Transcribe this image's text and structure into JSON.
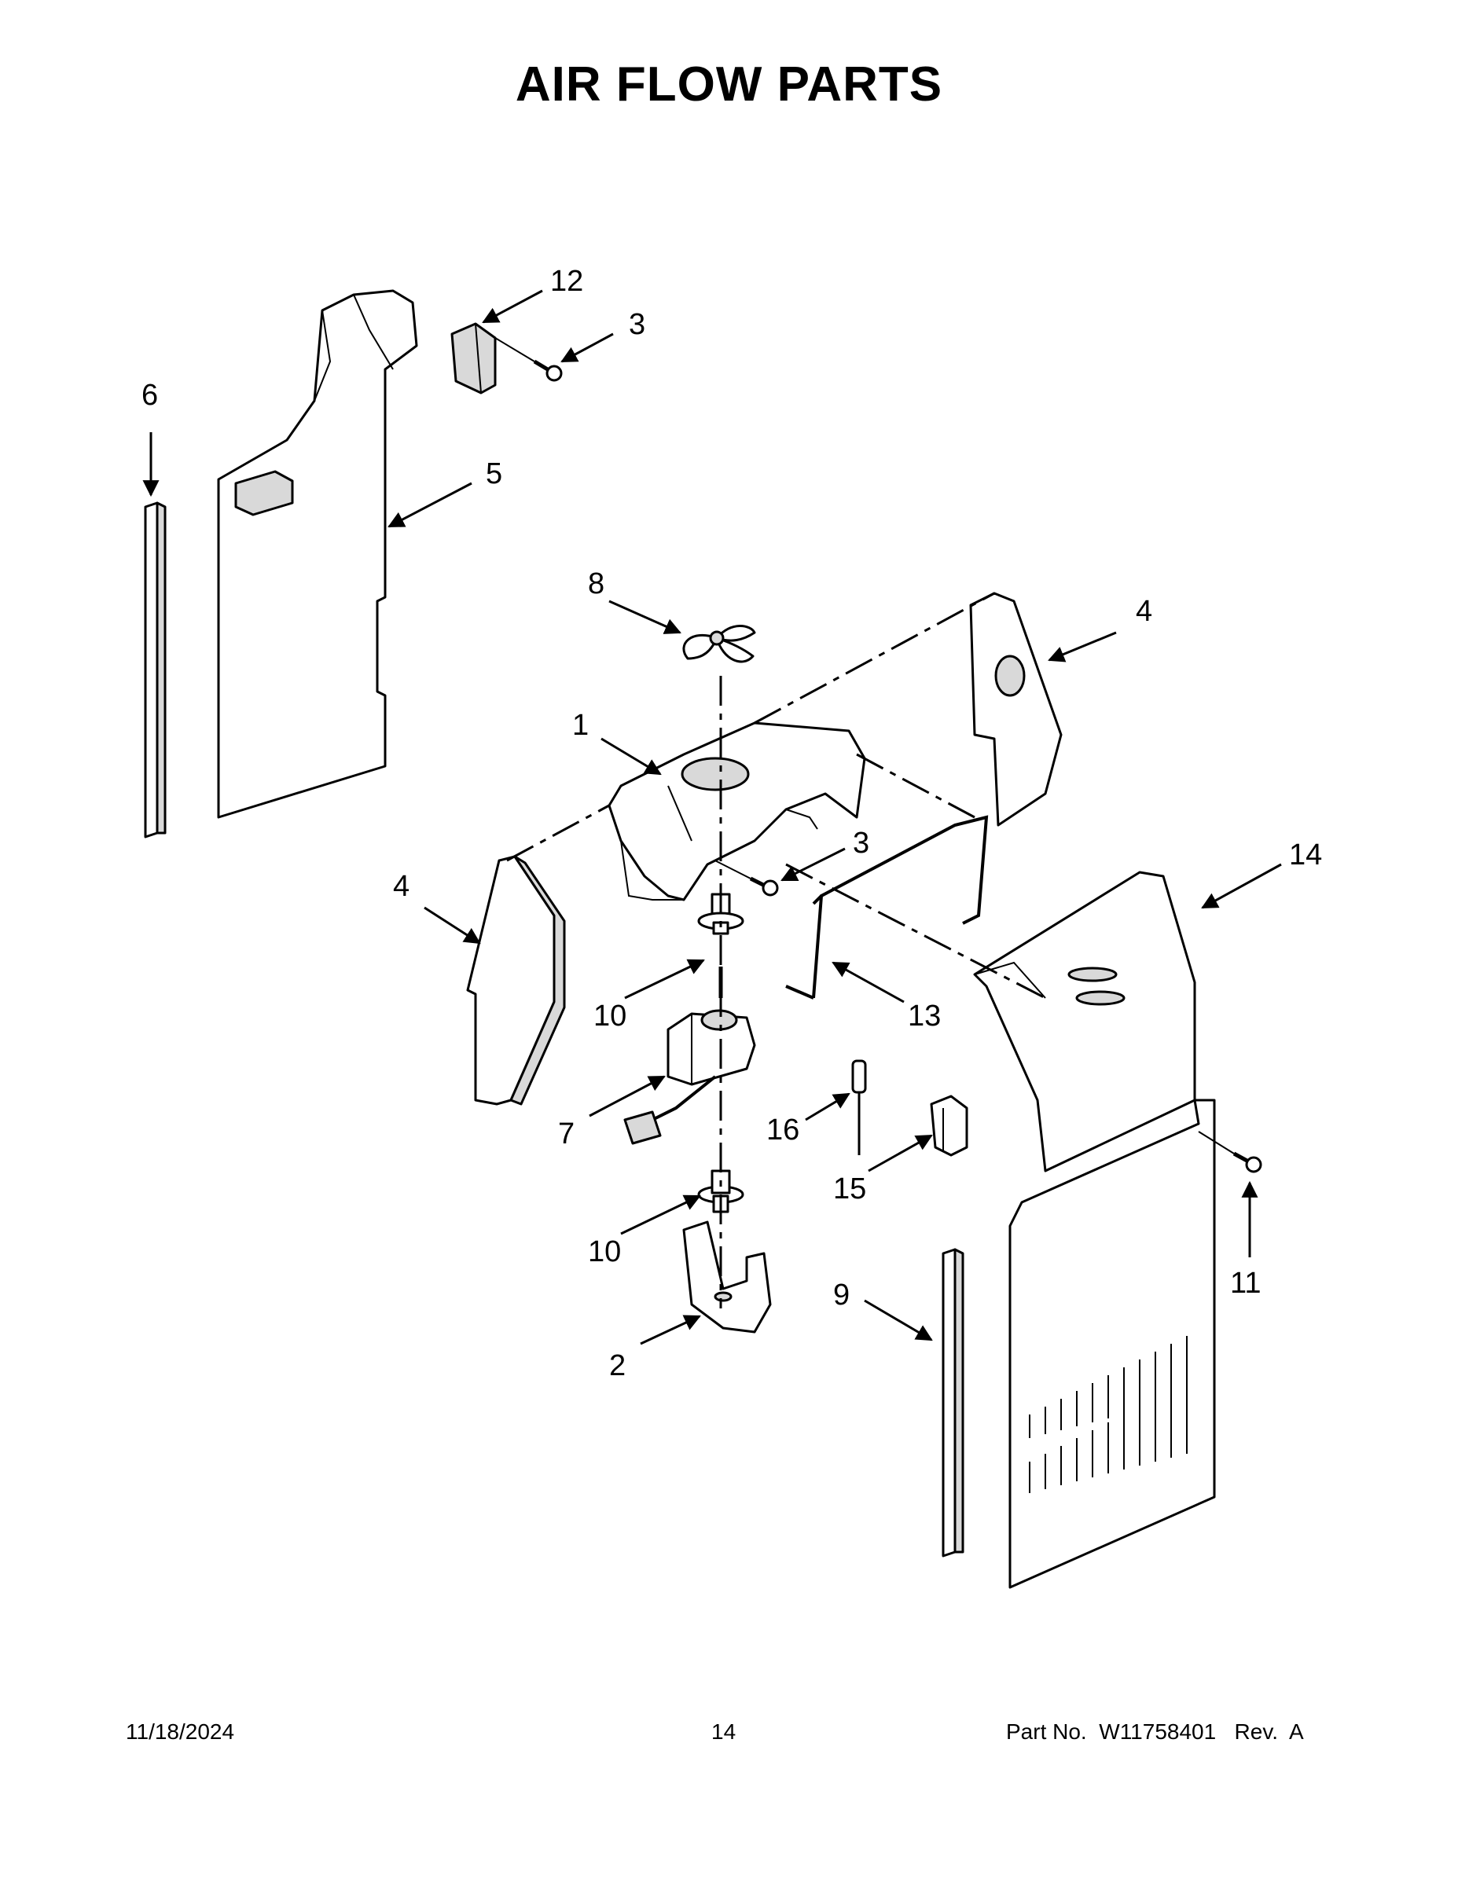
{
  "title": "AIR FLOW PARTS",
  "callouts": {
    "c1": "1",
    "c2": "2",
    "c3a": "3",
    "c3b": "3",
    "c4a": "4",
    "c4b": "4",
    "c5": "5",
    "c6": "6",
    "c7": "7",
    "c8": "8",
    "c9": "9",
    "c10a": "10",
    "c10b": "10",
    "c11": "11",
    "c12": "12",
    "c13": "13",
    "c14": "14",
    "c15": "15",
    "c16": "16"
  },
  "footer": {
    "date": "11/18/2024",
    "page": "14",
    "part_no": "Part No.  W11758401   Rev.  A"
  }
}
